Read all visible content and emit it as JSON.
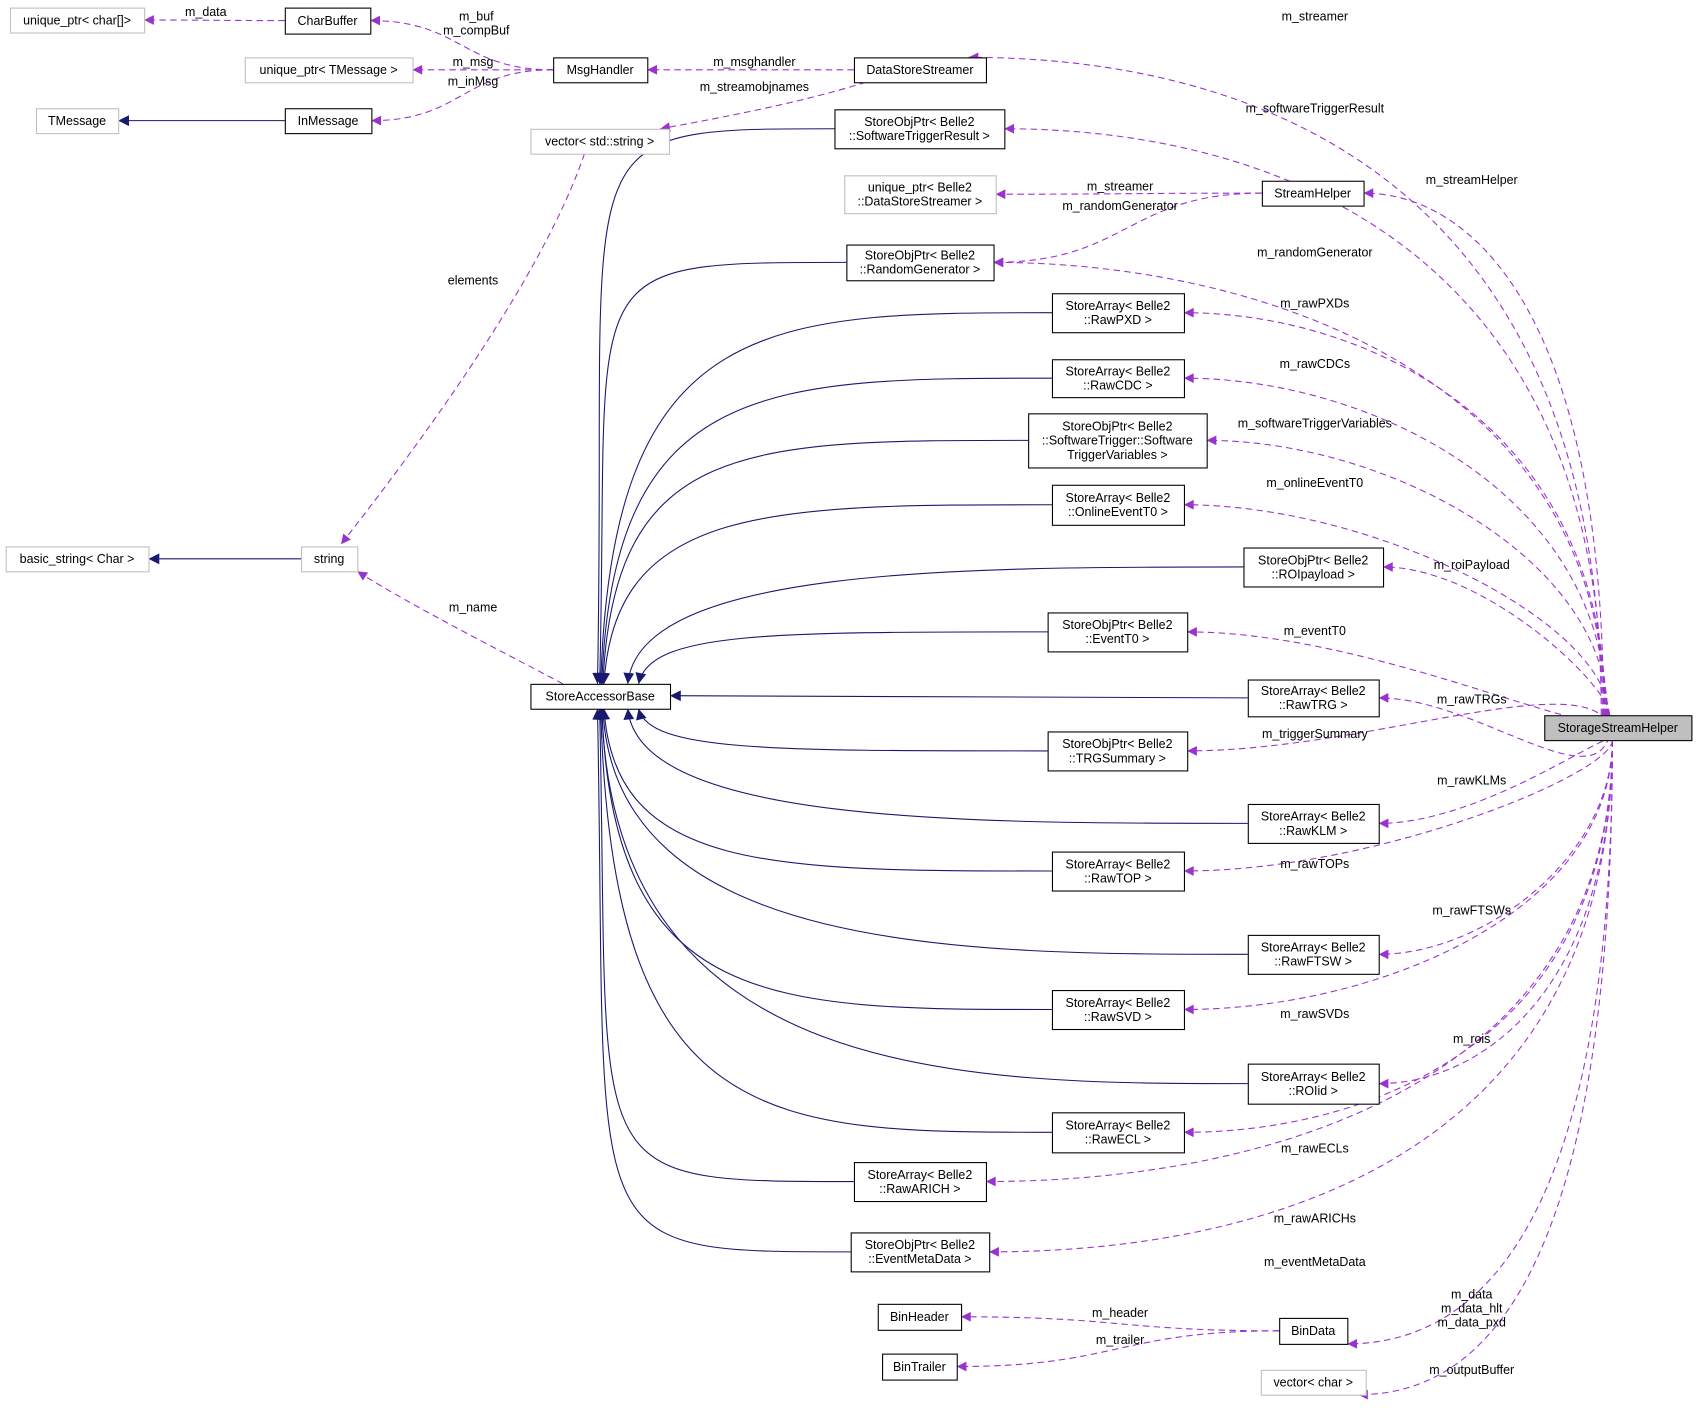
{
  "title": "StorageStreamHelper collaboration diagram",
  "colors": {
    "usage": "#9a32cd",
    "inheritance": "#191970",
    "root_fill": "#bfbfbf",
    "external_border": "#bfbfbf"
  },
  "nodes": [
    {
      "id": "uptr_char",
      "lines": [
        "unique_ptr< char[]>"
      ],
      "style": "gray"
    },
    {
      "id": "uptr_tmsg",
      "lines": [
        "unique_ptr< TMessage >"
      ],
      "style": "gray"
    },
    {
      "id": "tmessage",
      "lines": [
        "TMessage"
      ],
      "style": "gray"
    },
    {
      "id": "vec_str",
      "lines": [
        "vector< std::string >"
      ],
      "style": "gray"
    },
    {
      "id": "basic_string",
      "lines": [
        "basic_string< Char >"
      ],
      "style": "gray"
    },
    {
      "id": "string",
      "lines": [
        "string"
      ],
      "style": "gray"
    },
    {
      "id": "uptr_dss",
      "lines": [
        "unique_ptr< Belle2",
        "::DataStoreStreamer >"
      ],
      "style": "gray"
    },
    {
      "id": "vec_char",
      "lines": [
        "vector< char >"
      ],
      "style": "gray"
    },
    {
      "id": "charbuffer",
      "lines": [
        "CharBuffer"
      ],
      "style": "black"
    },
    {
      "id": "msghandler",
      "lines": [
        "MsgHandler"
      ],
      "style": "black"
    },
    {
      "id": "inmessage",
      "lines": [
        "InMessage"
      ],
      "style": "black"
    },
    {
      "id": "dss",
      "lines": [
        "DataStoreStreamer"
      ],
      "style": "black"
    },
    {
      "id": "swtr",
      "lines": [
        "StoreObjPtr< Belle2",
        "::SoftwareTriggerResult >"
      ],
      "style": "black"
    },
    {
      "id": "streamhelper",
      "lines": [
        "StreamHelper"
      ],
      "style": "black"
    },
    {
      "id": "randgen",
      "lines": [
        "StoreObjPtr< Belle2",
        "::RandomGenerator >"
      ],
      "style": "black"
    },
    {
      "id": "rawpxd",
      "lines": [
        "StoreArray< Belle2",
        "::RawPXD >"
      ],
      "style": "black"
    },
    {
      "id": "rawcdc",
      "lines": [
        "StoreArray< Belle2",
        "::RawCDC >"
      ],
      "style": "black"
    },
    {
      "id": "swtv",
      "lines": [
        "StoreObjPtr< Belle2",
        "::SoftwareTrigger::Software",
        "TriggerVariables >"
      ],
      "style": "black"
    },
    {
      "id": "onlinet0",
      "lines": [
        "StoreArray< Belle2",
        "::OnlineEventT0 >"
      ],
      "style": "black"
    },
    {
      "id": "roipayload",
      "lines": [
        "StoreObjPtr< Belle2",
        "::ROIpayload >"
      ],
      "style": "black"
    },
    {
      "id": "eventt0",
      "lines": [
        "StoreObjPtr< Belle2",
        "::EventT0 >"
      ],
      "style": "black"
    },
    {
      "id": "sab",
      "lines": [
        "StoreAccessorBase"
      ],
      "style": "black"
    },
    {
      "id": "rawtrg",
      "lines": [
        "StoreArray< Belle2",
        "::RawTRG >"
      ],
      "style": "black"
    },
    {
      "id": "trgsummary",
      "lines": [
        "StoreObjPtr< Belle2",
        "::TRGSummary >"
      ],
      "style": "black"
    },
    {
      "id": "rawklm",
      "lines": [
        "StoreArray< Belle2",
        "::RawKLM >"
      ],
      "style": "black"
    },
    {
      "id": "rawtop",
      "lines": [
        "StoreArray< Belle2",
        "::RawTOP >"
      ],
      "style": "black"
    },
    {
      "id": "rawftsw",
      "lines": [
        "StoreArray< Belle2",
        "::RawFTSW >"
      ],
      "style": "black"
    },
    {
      "id": "rawsvd",
      "lines": [
        "StoreArray< Belle2",
        "::RawSVD >"
      ],
      "style": "black"
    },
    {
      "id": "roiid",
      "lines": [
        "StoreArray< Belle2",
        "::ROIid >"
      ],
      "style": "black"
    },
    {
      "id": "rawecl",
      "lines": [
        "StoreArray< Belle2",
        "::RawECL >"
      ],
      "style": "black"
    },
    {
      "id": "rawarich",
      "lines": [
        "StoreArray< Belle2",
        "::RawARICH >"
      ],
      "style": "black"
    },
    {
      "id": "eventmeta",
      "lines": [
        "StoreObjPtr< Belle2",
        "::EventMetaData >"
      ],
      "style": "black"
    },
    {
      "id": "binheader",
      "lines": [
        "BinHeader"
      ],
      "style": "black"
    },
    {
      "id": "bindata",
      "lines": [
        "BinData"
      ],
      "style": "black"
    },
    {
      "id": "bintrailer",
      "lines": [
        "BinTrailer"
      ],
      "style": "black"
    },
    {
      "id": "ssh",
      "lines": [
        "StorageStreamHelper"
      ],
      "style": "root"
    }
  ],
  "edges": [
    {
      "from": "charbuffer",
      "to": "uptr_char",
      "kind": "use",
      "label": [
        "m_data"
      ]
    },
    {
      "from": "msghandler",
      "to": "charbuffer",
      "kind": "use",
      "label": [
        "m_buf",
        "m_compBuf"
      ]
    },
    {
      "from": "msghandler",
      "to": "uptr_tmsg",
      "kind": "use",
      "label": [
        "m_msg"
      ]
    },
    {
      "from": "msghandler",
      "to": "inmessage",
      "kind": "use",
      "label": [
        "m_inMsg"
      ]
    },
    {
      "from": "inmessage",
      "to": "tmessage",
      "kind": "inherit",
      "label": []
    },
    {
      "from": "dss",
      "to": "msghandler",
      "kind": "use",
      "label": [
        "m_msghandler"
      ]
    },
    {
      "from": "dss",
      "to": "vec_str",
      "kind": "use",
      "label": [
        "m_streamobjnames"
      ]
    },
    {
      "from": "vec_str",
      "to": "string",
      "kind": "use",
      "label": [
        "elements"
      ]
    },
    {
      "from": "string",
      "to": "basic_string",
      "kind": "inherit",
      "label": []
    },
    {
      "from": "sab",
      "to": "string",
      "kind": "use",
      "label": [
        "m_name"
      ]
    },
    {
      "from": "streamhelper",
      "to": "uptr_dss",
      "kind": "use",
      "label": [
        "m_streamer"
      ]
    },
    {
      "from": "streamhelper",
      "to": "randgen",
      "kind": "use",
      "label": [
        "m_randomGenerator"
      ]
    },
    {
      "from": "bindata",
      "to": "binheader",
      "kind": "use",
      "label": [
        "m_header"
      ]
    },
    {
      "from": "bindata",
      "to": "bintrailer",
      "kind": "use",
      "label": [
        "m_trailer"
      ]
    },
    {
      "from": "ssh",
      "to": "dss",
      "kind": "use",
      "label": [
        "m_streamer"
      ]
    },
    {
      "from": "ssh",
      "to": "swtr",
      "kind": "use",
      "label": [
        "m_softwareTriggerResult"
      ]
    },
    {
      "from": "ssh",
      "to": "streamhelper",
      "kind": "use",
      "label": [
        "m_streamHelper"
      ]
    },
    {
      "from": "ssh",
      "to": "randgen",
      "kind": "use",
      "label": [
        "m_randomGenerator"
      ]
    },
    {
      "from": "ssh",
      "to": "rawpxd",
      "kind": "use",
      "label": [
        "m_rawPXDs"
      ]
    },
    {
      "from": "ssh",
      "to": "rawcdc",
      "kind": "use",
      "label": [
        "m_rawCDCs"
      ]
    },
    {
      "from": "ssh",
      "to": "swtv",
      "kind": "use",
      "label": [
        "m_softwareTriggerVariables"
      ]
    },
    {
      "from": "ssh",
      "to": "onlinet0",
      "kind": "use",
      "label": [
        "m_onlineEventT0"
      ]
    },
    {
      "from": "ssh",
      "to": "roipayload",
      "kind": "use",
      "label": [
        "m_roiPayload"
      ]
    },
    {
      "from": "ssh",
      "to": "eventt0",
      "kind": "use",
      "label": [
        "m_eventT0"
      ]
    },
    {
      "from": "ssh",
      "to": "rawtrg",
      "kind": "use",
      "label": [
        "m_rawTRGs"
      ]
    },
    {
      "from": "ssh",
      "to": "trgsummary",
      "kind": "use",
      "label": [
        "m_triggerSummary"
      ]
    },
    {
      "from": "ssh",
      "to": "rawklm",
      "kind": "use",
      "label": [
        "m_rawKLMs"
      ]
    },
    {
      "from": "ssh",
      "to": "rawtop",
      "kind": "use",
      "label": [
        "m_rawTOPs"
      ]
    },
    {
      "from": "ssh",
      "to": "rawftsw",
      "kind": "use",
      "label": [
        "m_rawFTSWs"
      ]
    },
    {
      "from": "ssh",
      "to": "rawsvd",
      "kind": "use",
      "label": [
        "m_rawSVDs"
      ]
    },
    {
      "from": "ssh",
      "to": "roiid",
      "kind": "use",
      "label": [
        "m_rois"
      ]
    },
    {
      "from": "ssh",
      "to": "rawecl",
      "kind": "use",
      "label": [
        "m_rawECLs"
      ]
    },
    {
      "from": "ssh",
      "to": "rawarich",
      "kind": "use",
      "label": [
        "m_rawARICHs"
      ]
    },
    {
      "from": "ssh",
      "to": "eventmeta",
      "kind": "use",
      "label": [
        "m_eventMetaData"
      ]
    },
    {
      "from": "ssh",
      "to": "bindata",
      "kind": "use",
      "label": [
        "m_data",
        "m_data_hlt",
        "m_data_pxd"
      ]
    },
    {
      "from": "ssh",
      "to": "vec_char",
      "kind": "use",
      "label": [
        "m_outputBuffer"
      ]
    },
    {
      "from": "swtr",
      "to": "sab",
      "kind": "inherit",
      "label": []
    },
    {
      "from": "randgen",
      "to": "sab",
      "kind": "inherit",
      "label": []
    },
    {
      "from": "rawpxd",
      "to": "sab",
      "kind": "inherit",
      "label": []
    },
    {
      "from": "rawcdc",
      "to": "sab",
      "kind": "inherit",
      "label": []
    },
    {
      "from": "swtv",
      "to": "sab",
      "kind": "inherit",
      "label": []
    },
    {
      "from": "onlinet0",
      "to": "sab",
      "kind": "inherit",
      "label": []
    },
    {
      "from": "roipayload",
      "to": "sab",
      "kind": "inherit",
      "label": []
    },
    {
      "from": "eventt0",
      "to": "sab",
      "kind": "inherit",
      "label": []
    },
    {
      "from": "rawtrg",
      "to": "sab",
      "kind": "inherit",
      "label": []
    },
    {
      "from": "trgsummary",
      "to": "sab",
      "kind": "inherit",
      "label": []
    },
    {
      "from": "rawklm",
      "to": "sab",
      "kind": "inherit",
      "label": []
    },
    {
      "from": "rawtop",
      "to": "sab",
      "kind": "inherit",
      "label": []
    },
    {
      "from": "rawftsw",
      "to": "sab",
      "kind": "inherit",
      "label": []
    },
    {
      "from": "rawsvd",
      "to": "sab",
      "kind": "inherit",
      "label": []
    },
    {
      "from": "roiid",
      "to": "sab",
      "kind": "inherit",
      "label": []
    },
    {
      "from": "rawecl",
      "to": "sab",
      "kind": "inherit",
      "label": []
    },
    {
      "from": "rawarich",
      "to": "sab",
      "kind": "inherit",
      "label": []
    },
    {
      "from": "eventmeta",
      "to": "sab",
      "kind": "inherit",
      "label": []
    }
  ]
}
